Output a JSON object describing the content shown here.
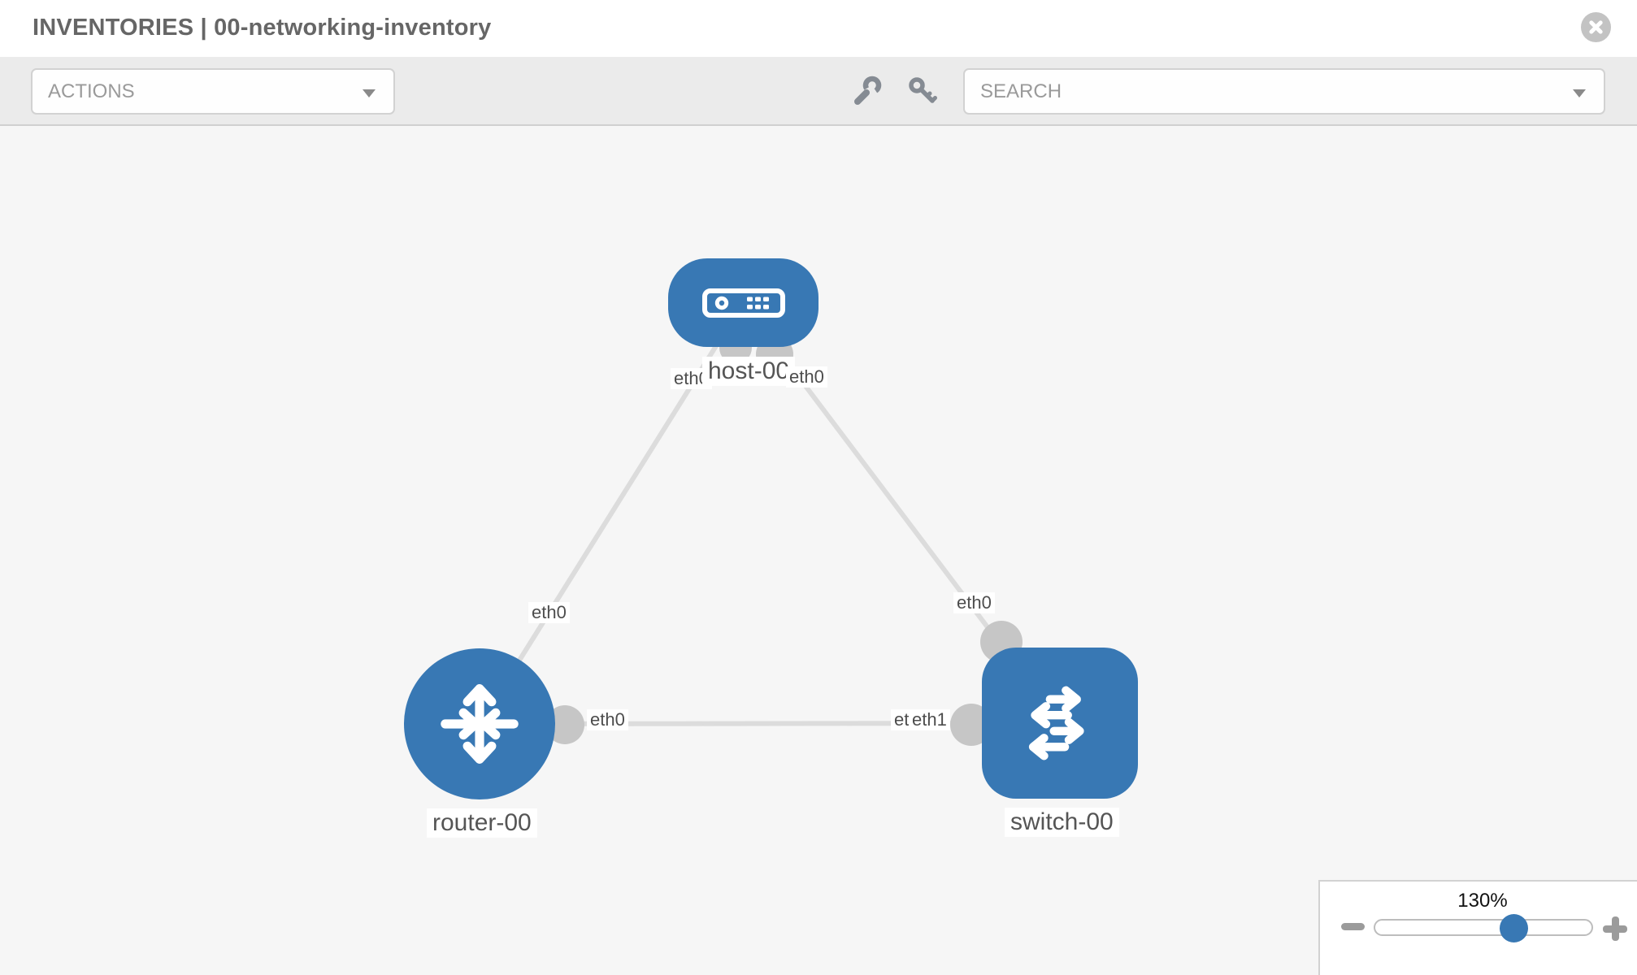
{
  "header": {
    "title": "INVENTORIES | 00-networking-inventory"
  },
  "toolbar": {
    "actions_label": "ACTIONS",
    "search_label": "SEARCH"
  },
  "icons": {
    "close": "circle-x-icon",
    "wrench": "wrench-icon",
    "key": "key-icon",
    "actions_caret": "chevron-down-icon",
    "search_caret": "chevron-down-icon",
    "zoom_out": "minus-icon",
    "zoom_in": "plus-icon",
    "host": "server-icon",
    "router": "router-arrows-icon",
    "switch": "switch-arrows-icon"
  },
  "topology": {
    "nodes": [
      {
        "name": "host-00",
        "type": "host",
        "shape": "rounded-rect"
      },
      {
        "name": "router-00",
        "type": "router",
        "shape": "circle"
      },
      {
        "name": "switch-00",
        "type": "switch",
        "shape": "rounded-square"
      }
    ],
    "links": [
      {
        "from": "host-00",
        "from_interface": "eth0",
        "to": "router-00",
        "to_interface": "eth0"
      },
      {
        "from": "host-00",
        "from_interface": "eth0",
        "to": "switch-00",
        "to_interface": "eth0"
      },
      {
        "from": "router-00",
        "from_interface": "eth0",
        "to": "switch-00",
        "to_interface": "eth1"
      }
    ],
    "labels": {
      "host_name": "host-00",
      "router_name": "router-00",
      "switch_name": "switch-00",
      "host_if_to_router": "eth0",
      "host_if_to_switch": "eth0",
      "router_if_to_host": "eth0",
      "switch_if_to_host": "eth0",
      "router_if_to_switch": "eth0",
      "switch_if_hidden": "eth0",
      "switch_if_to_router": "eth1"
    }
  },
  "zoom_control": {
    "level": "130%",
    "percent": 130
  },
  "colors": {
    "node_blue": "#3878b4",
    "link_gray": "#dcdcdc",
    "connector_gray": "#c6c6c6",
    "canvas_bg": "#f6f6f6",
    "toolbar_bg": "#ebebeb"
  }
}
